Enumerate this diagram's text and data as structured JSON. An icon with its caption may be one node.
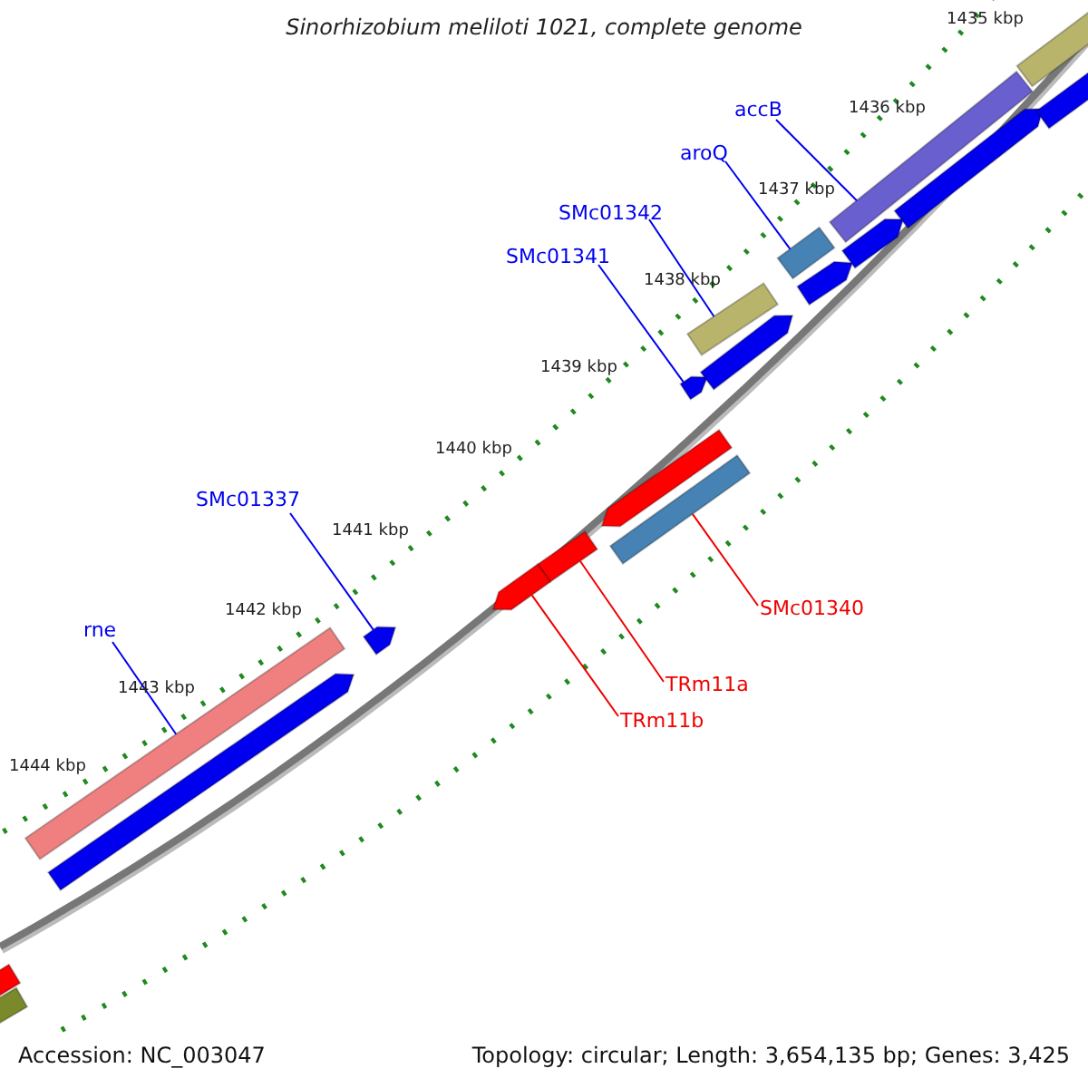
{
  "diagram": {
    "title": "Sinorhizobium meliloti 1021, complete genome",
    "nodes": [
      {
        "text": [
          "accB"
        ]
      },
      {
        "text": [
          "aroQ"
        ]
      },
      {
        "text": [
          "SMc01342"
        ]
      },
      {
        "text": [
          "SMc01341"
        ]
      },
      {
        "text": [
          "SMc01337"
        ]
      },
      {
        "text": [
          "rne"
        ]
      },
      {
        "text": [
          "SMc01340"
        ]
      },
      {
        "text": [
          "TRm11a"
        ]
      },
      {
        "text": [
          "TRm11b"
        ]
      },
      {
        "text": [],
        "shape": "bar"
      },
      {
        "text": [],
        "shape": "bar"
      },
      {
        "text": [],
        "shape": "bar"
      },
      {
        "text": [],
        "shape": "pentagon"
      },
      {
        "text": [],
        "shape": "pentagon"
      },
      {
        "text": [],
        "shape": "bar"
      },
      {
        "text": [],
        "shape": "bar"
      },
      {
        "text": [],
        "shape": "bar"
      },
      {
        "text": [],
        "shape": "pentagon"
      },
      {
        "text": [],
        "shape": "bar"
      },
      {
        "text": [],
        "shape": "pentagon"
      },
      {
        "text": [],
        "shape": "pentagon"
      },
      {
        "text": [],
        "shape": "pentagon"
      },
      {
        "text": [],
        "shape": "pentagon"
      },
      {
        "text": [],
        "shape": "bar"
      },
      {
        "text": [],
        "shape": "pentagon"
      },
      {
        "text": [],
        "shape": "pentagon"
      },
      {
        "text": [],
        "shape": "bar"
      },
      {
        "text": [],
        "shape": "bar"
      }
    ],
    "edges": [
      {
        "from": 0,
        "to": 9,
        "arrow": "none"
      },
      {
        "from": 1,
        "to": 10,
        "arrow": "none"
      },
      {
        "from": 2,
        "to": 11,
        "arrow": "none"
      },
      {
        "from": 3,
        "to": 12,
        "arrow": "none"
      },
      {
        "from": 4,
        "to": 13,
        "arrow": "none"
      },
      {
        "from": 5,
        "to": 14,
        "arrow": "none"
      },
      {
        "from": 6,
        "to": 15,
        "arrow": "none",
        "color": "#ee0000"
      },
      {
        "from": 7,
        "to": 16,
        "arrow": "none",
        "color": "#ee0000"
      },
      {
        "from": 8,
        "to": 17,
        "arrow": "none",
        "color": "#ee0000"
      }
    ],
    "labels": [
      "1435 kbp",
      "1436 kbp",
      "1437 kbp",
      "1438 kbp",
      "1439 kbp",
      "1440 kbp",
      "1441 kbp",
      "1442 kbp",
      "1443 kbp",
      "1444 kbp",
      "Accession: NC_003047",
      "Topology: circular; Length: 3,654,135 bp; Genes: 3,425"
    ]
  }
}
